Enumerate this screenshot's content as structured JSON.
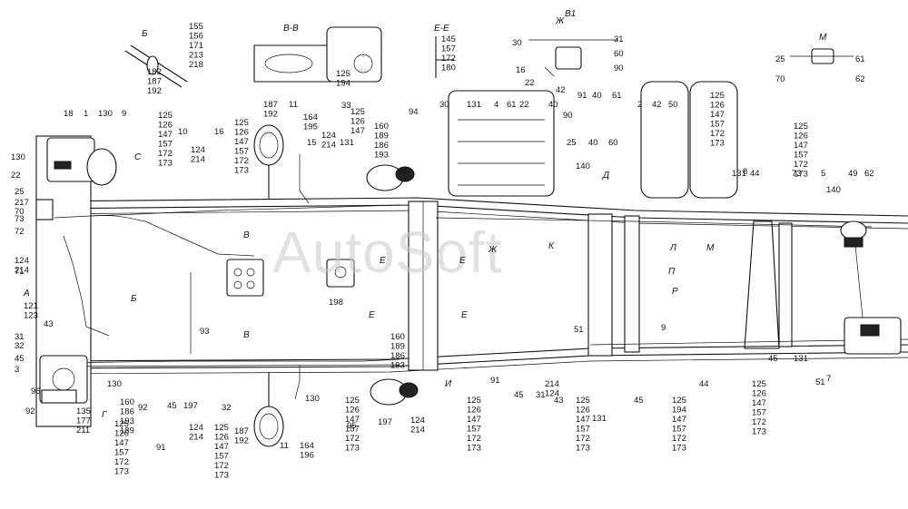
{
  "watermark": "AutoSoft",
  "section_labels": [
    "Б",
    "В-В",
    "Е-Е",
    "Ж",
    "В1",
    "М",
    "Б",
    "В",
    "В",
    "Е",
    "Е",
    "Е",
    "Е",
    "И",
    "И",
    "К",
    "Ж",
    "Д",
    "Л",
    "М",
    "П",
    "Р",
    "А",
    "С",
    "Г"
  ],
  "callouts": [
    "155 156 171 213 218",
    "182 187 192",
    "125 194",
    "145 157 172 180",
    "30",
    "31",
    "60",
    "16",
    "90",
    "22",
    "42",
    "91",
    "40",
    "61",
    "25",
    "61",
    "70",
    "62",
    "18",
    "1",
    "130",
    "9",
    "125 126 147 157 172 173",
    "10",
    "124 214",
    "16",
    "125 126 147 157 172 173",
    "187 192",
    "11",
    "164 195",
    "15",
    "124 214",
    "33",
    "131",
    "125 126 147",
    "160 189 186 193",
    "94",
    "30",
    "131",
    "4",
    "61",
    "22",
    "40",
    "90",
    "25",
    "40",
    "60",
    "140",
    "2",
    "42",
    "50",
    "125 126 147 157 172 173",
    "8",
    "131",
    "44",
    "125 126 147 157 172 173",
    "73",
    "5",
    "49",
    "62",
    "140",
    "130",
    "22",
    "25",
    "217",
    "70",
    "73",
    "72",
    "124 214",
    "71",
    "121 123",
    "198",
    "51",
    "9",
    "43",
    "31",
    "32",
    "45",
    "3",
    "96",
    "92",
    "130",
    "160 186 193 189",
    "135 177 211",
    "125 126 147 157 172 173",
    "92",
    "91",
    "45",
    "197",
    "124 214",
    "93",
    "32",
    "125 126 147 157 172 173",
    "187 192",
    "11",
    "164 196",
    "130",
    "125 126 147 157 172 173",
    "95",
    "160 189 186 193",
    "197",
    "124 214",
    "125 126 147 157 172 173",
    "91",
    "45",
    "31",
    "214 124",
    "43",
    "125 126 147 157 172 173",
    "131",
    "45",
    "125 194 147 157 172 173",
    "44",
    "125 126 147 157 172 173",
    "45",
    "131",
    "51",
    "7"
  ]
}
